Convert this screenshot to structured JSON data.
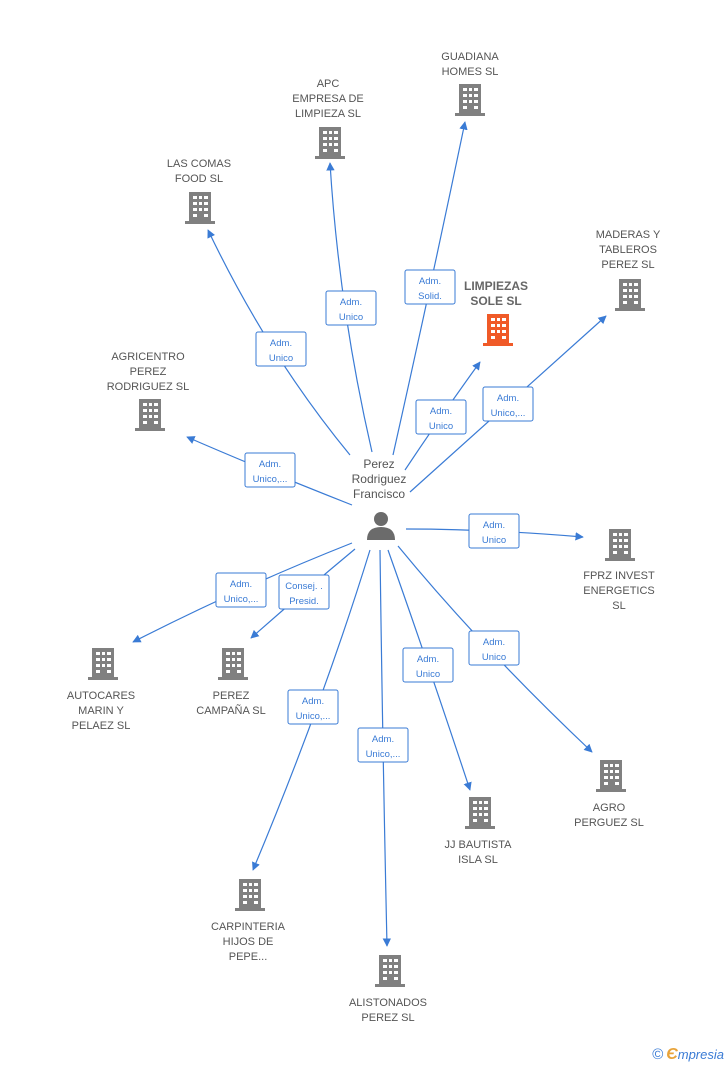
{
  "center": {
    "name_lines": [
      "Perez",
      "Rodriguez",
      "Francisco"
    ],
    "icon": "person-icon"
  },
  "nodes": [
    {
      "id": "guadiana",
      "lines": [
        "GUADIANA",
        "HOMES  SL"
      ],
      "icon": "building-icon",
      "highlight": false,
      "rel": [
        "Adm.",
        "Solid."
      ]
    },
    {
      "id": "apc",
      "lines": [
        "APC",
        "EMPRESA DE",
        "LIMPIEZA SL"
      ],
      "icon": "building-icon",
      "highlight": false,
      "rel": [
        "Adm.",
        "Unico"
      ]
    },
    {
      "id": "lascomas",
      "lines": [
        "LAS COMAS",
        "FOOD  SL"
      ],
      "icon": "building-icon",
      "highlight": false,
      "rel": [
        "Adm.",
        "Unico"
      ]
    },
    {
      "id": "limpiezas",
      "lines": [
        "LIMPIEZAS",
        "SOLE  SL"
      ],
      "icon": "building-icon",
      "highlight": true,
      "rel": [
        "Adm.",
        "Unico"
      ]
    },
    {
      "id": "maderas",
      "lines": [
        "MADERAS Y",
        "TABLEROS",
        "PEREZ  SL"
      ],
      "icon": "building-icon",
      "highlight": false,
      "rel": [
        "Adm.",
        "Unico,..."
      ]
    },
    {
      "id": "agricentro",
      "lines": [
        "AGRICENTRO",
        "PEREZ",
        "RODRIGUEZ SL"
      ],
      "icon": "building-icon",
      "highlight": false,
      "rel": [
        "Adm.",
        "Unico,..."
      ]
    },
    {
      "id": "fprz",
      "lines": [
        "FPRZ INVEST",
        "ENERGETICS",
        "SL"
      ],
      "icon": "building-icon",
      "highlight": false,
      "rel": [
        "Adm.",
        "Unico"
      ]
    },
    {
      "id": "autocares",
      "lines": [
        "AUTOCARES",
        "MARIN Y",
        "PELAEZ SL"
      ],
      "icon": "building-icon",
      "highlight": false,
      "rel": [
        "Adm.",
        "Unico,..."
      ]
    },
    {
      "id": "perezcampana",
      "lines": [
        "PEREZ",
        "CAMPAÑA  SL"
      ],
      "icon": "building-icon",
      "highlight": false,
      "rel": [
        "Consej. .",
        "Presid."
      ]
    },
    {
      "id": "agroperguez",
      "lines": [
        "AGRO",
        "PERGUEZ  SL"
      ],
      "icon": "building-icon",
      "highlight": false,
      "rel": [
        "Adm.",
        "Unico"
      ]
    },
    {
      "id": "jjbautista",
      "lines": [
        "JJ BAUTISTA",
        "ISLA  SL"
      ],
      "icon": "building-icon",
      "highlight": false,
      "rel": [
        "Adm.",
        "Unico"
      ]
    },
    {
      "id": "carpinteria",
      "lines": [
        "CARPINTERIA",
        "HIJOS DE",
        "PEPE..."
      ],
      "icon": "building-icon",
      "highlight": false,
      "rel": [
        "Adm.",
        "Unico,..."
      ]
    },
    {
      "id": "alistonados",
      "lines": [
        "ALISTONADOS",
        "PEREZ  SL"
      ],
      "icon": "building-icon",
      "highlight": false,
      "rel": [
        "Adm.",
        "Unico,..."
      ]
    }
  ],
  "colors": {
    "edge": "#3a7bd5",
    "building": "#808080",
    "building_highlight": "#f05a28",
    "person": "#6b6b6b"
  },
  "footer": {
    "copyright": "©",
    "brand_first": "Є",
    "brand_rest": "mpresia"
  }
}
